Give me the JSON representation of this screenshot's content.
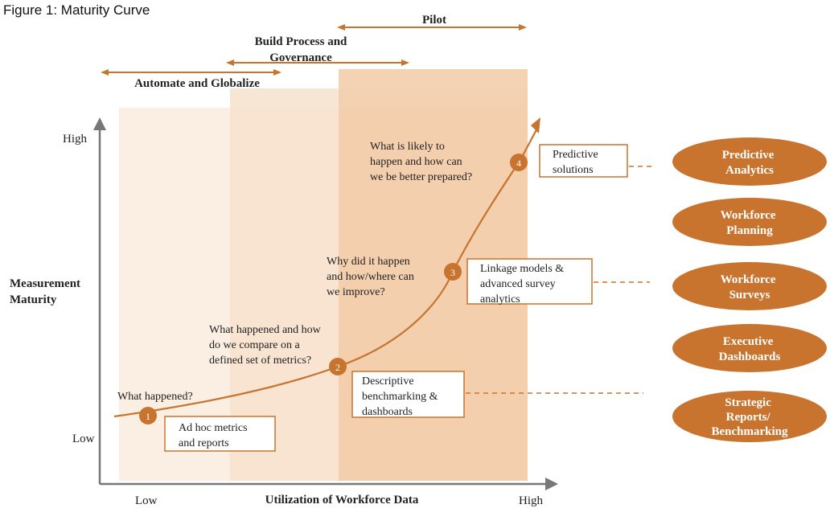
{
  "figure_title": "Figure 1: Maturity Curve",
  "colors": {
    "band_light": "#fbeee2",
    "band_mid": "#f7dfc8",
    "band_dark": "#f2cba8",
    "accent": "#c8742f",
    "axis": "#777777",
    "text": "#222222"
  },
  "phases": {
    "pilot": "Pilot",
    "build_line1": "Build Process and",
    "build_line2": "Governance",
    "automate": "Automate and Globalize"
  },
  "axes": {
    "y_label_line1": "Measurement",
    "y_label_line2": "Maturity",
    "y_high": "High",
    "y_low": "Low",
    "x_label": "Utilization of Workforce Data",
    "x_low": "Low",
    "x_high": "High"
  },
  "stages": [
    {
      "number": "1",
      "question": [
        "What happened?"
      ],
      "box": [
        "Ad hoc metrics",
        "and reports"
      ]
    },
    {
      "number": "2",
      "question": [
        "What happened and how",
        "do we compare on a",
        "defined set of metrics?"
      ],
      "box": [
        "Descriptive",
        "benchmarking &",
        "dashboards"
      ]
    },
    {
      "number": "3",
      "question": [
        "Why did it happen",
        "and how/where can",
        "we improve?"
      ],
      "box": [
        "Linkage models &",
        "advanced survey",
        "analytics"
      ]
    },
    {
      "number": "4",
      "question": [
        "What is likely to",
        "happen and how can",
        "we be better prepared?"
      ],
      "box": [
        "Predictive",
        "solutions"
      ]
    }
  ],
  "ovals": [
    [
      "Predictive",
      "Analytics"
    ],
    [
      "Workforce",
      "Planning"
    ],
    [
      "Workforce",
      "Surveys"
    ],
    [
      "Executive",
      "Dashboards"
    ],
    [
      "Strategic",
      "Reports/",
      "Benchmarking"
    ]
  ]
}
